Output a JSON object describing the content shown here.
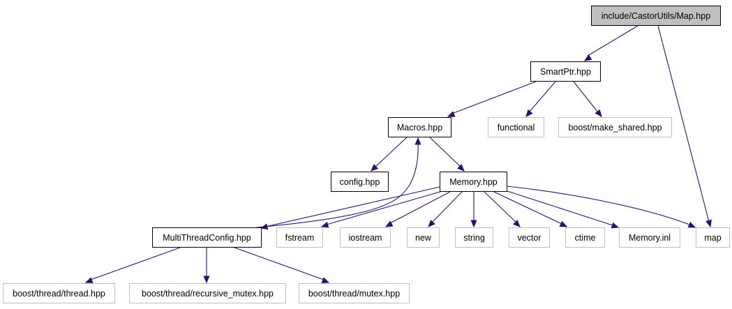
{
  "diagram": {
    "colors": {
      "root_fill": "#bfbfbf",
      "node_border": "#000000",
      "external_border": "#bfbfbf",
      "edge": "#191970",
      "background": "#ffffff"
    },
    "nodes": [
      {
        "id": "map_hpp",
        "label": "include/CastorUtils/Map.hpp",
        "kind": "root"
      },
      {
        "id": "smartptr",
        "label": "SmartPtr.hpp",
        "kind": "file"
      },
      {
        "id": "macros",
        "label": "Macros.hpp",
        "kind": "file"
      },
      {
        "id": "functional",
        "label": "functional",
        "kind": "external"
      },
      {
        "id": "make_shared",
        "label": "boost/make_shared.hpp",
        "kind": "external"
      },
      {
        "id": "config",
        "label": "config.hpp",
        "kind": "file"
      },
      {
        "id": "memory",
        "label": "Memory.hpp",
        "kind": "file"
      },
      {
        "id": "mtconfig",
        "label": "MultiThreadConfig.hpp",
        "kind": "file"
      },
      {
        "id": "fstream",
        "label": "fstream",
        "kind": "external"
      },
      {
        "id": "iostream",
        "label": "iostream",
        "kind": "external"
      },
      {
        "id": "new",
        "label": "new",
        "kind": "external"
      },
      {
        "id": "string",
        "label": "string",
        "kind": "external"
      },
      {
        "id": "vector",
        "label": "vector",
        "kind": "external"
      },
      {
        "id": "ctime",
        "label": "ctime",
        "kind": "external"
      },
      {
        "id": "memory_inl",
        "label": "Memory.inl",
        "kind": "external"
      },
      {
        "id": "map",
        "label": "map",
        "kind": "external"
      },
      {
        "id": "thread",
        "label": "boost/thread/thread.hpp",
        "kind": "external"
      },
      {
        "id": "recursive_mutex",
        "label": "boost/thread/recursive_mutex.hpp",
        "kind": "external"
      },
      {
        "id": "mutex",
        "label": "boost/thread/mutex.hpp",
        "kind": "external"
      }
    ],
    "edges": [
      {
        "from": "map_hpp",
        "to": "smartptr"
      },
      {
        "from": "map_hpp",
        "to": "map"
      },
      {
        "from": "smartptr",
        "to": "macros"
      },
      {
        "from": "smartptr",
        "to": "functional"
      },
      {
        "from": "smartptr",
        "to": "make_shared"
      },
      {
        "from": "macros",
        "to": "config"
      },
      {
        "from": "macros",
        "to": "memory"
      },
      {
        "from": "mtconfig",
        "to": "macros"
      },
      {
        "from": "memory",
        "to": "mtconfig"
      },
      {
        "from": "memory",
        "to": "fstream"
      },
      {
        "from": "memory",
        "to": "iostream"
      },
      {
        "from": "memory",
        "to": "new"
      },
      {
        "from": "memory",
        "to": "string"
      },
      {
        "from": "memory",
        "to": "vector"
      },
      {
        "from": "memory",
        "to": "ctime"
      },
      {
        "from": "memory",
        "to": "memory_inl"
      },
      {
        "from": "memory",
        "to": "map"
      },
      {
        "from": "mtconfig",
        "to": "thread"
      },
      {
        "from": "mtconfig",
        "to": "recursive_mutex"
      },
      {
        "from": "mtconfig",
        "to": "mutex"
      }
    ]
  }
}
